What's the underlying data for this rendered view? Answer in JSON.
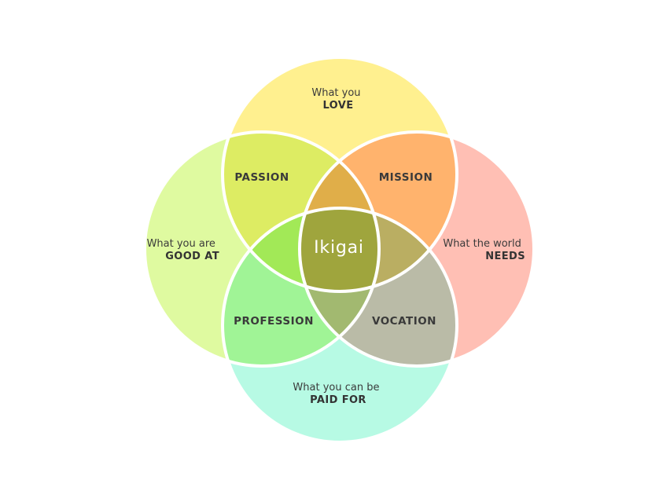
{
  "circles": {
    "love": {
      "line1": "What you",
      "line2": "LOVE",
      "color": "#FFF08F"
    },
    "good_at": {
      "line1": "What you are",
      "line2": "GOOD AT",
      "color": "#DFFAA0"
    },
    "needs": {
      "line1": "What the world",
      "line2": "NEEDS",
      "color": "#FFBFB4"
    },
    "paid_for": {
      "line1": "What you can be",
      "line2": "PAID FOR",
      "color": "#B7FAE4"
    }
  },
  "overlaps": {
    "passion": {
      "label": "PASSION",
      "color": "#DDEC63"
    },
    "mission": {
      "label": "MISSION",
      "color": "#FFB36D"
    },
    "profession": {
      "label": "PROFESSION",
      "color": "#A0F496"
    },
    "vocation": {
      "label": "VOCATION",
      "color": "#BABBA7"
    }
  },
  "triples": {
    "top": "#E0AE49",
    "left": "#A2E957",
    "right": "#BAAE62",
    "bottom": "#A2B970"
  },
  "center": {
    "label": "Ikigai",
    "color": "#9FA53D"
  },
  "stroke_color": "#FFFFFF"
}
